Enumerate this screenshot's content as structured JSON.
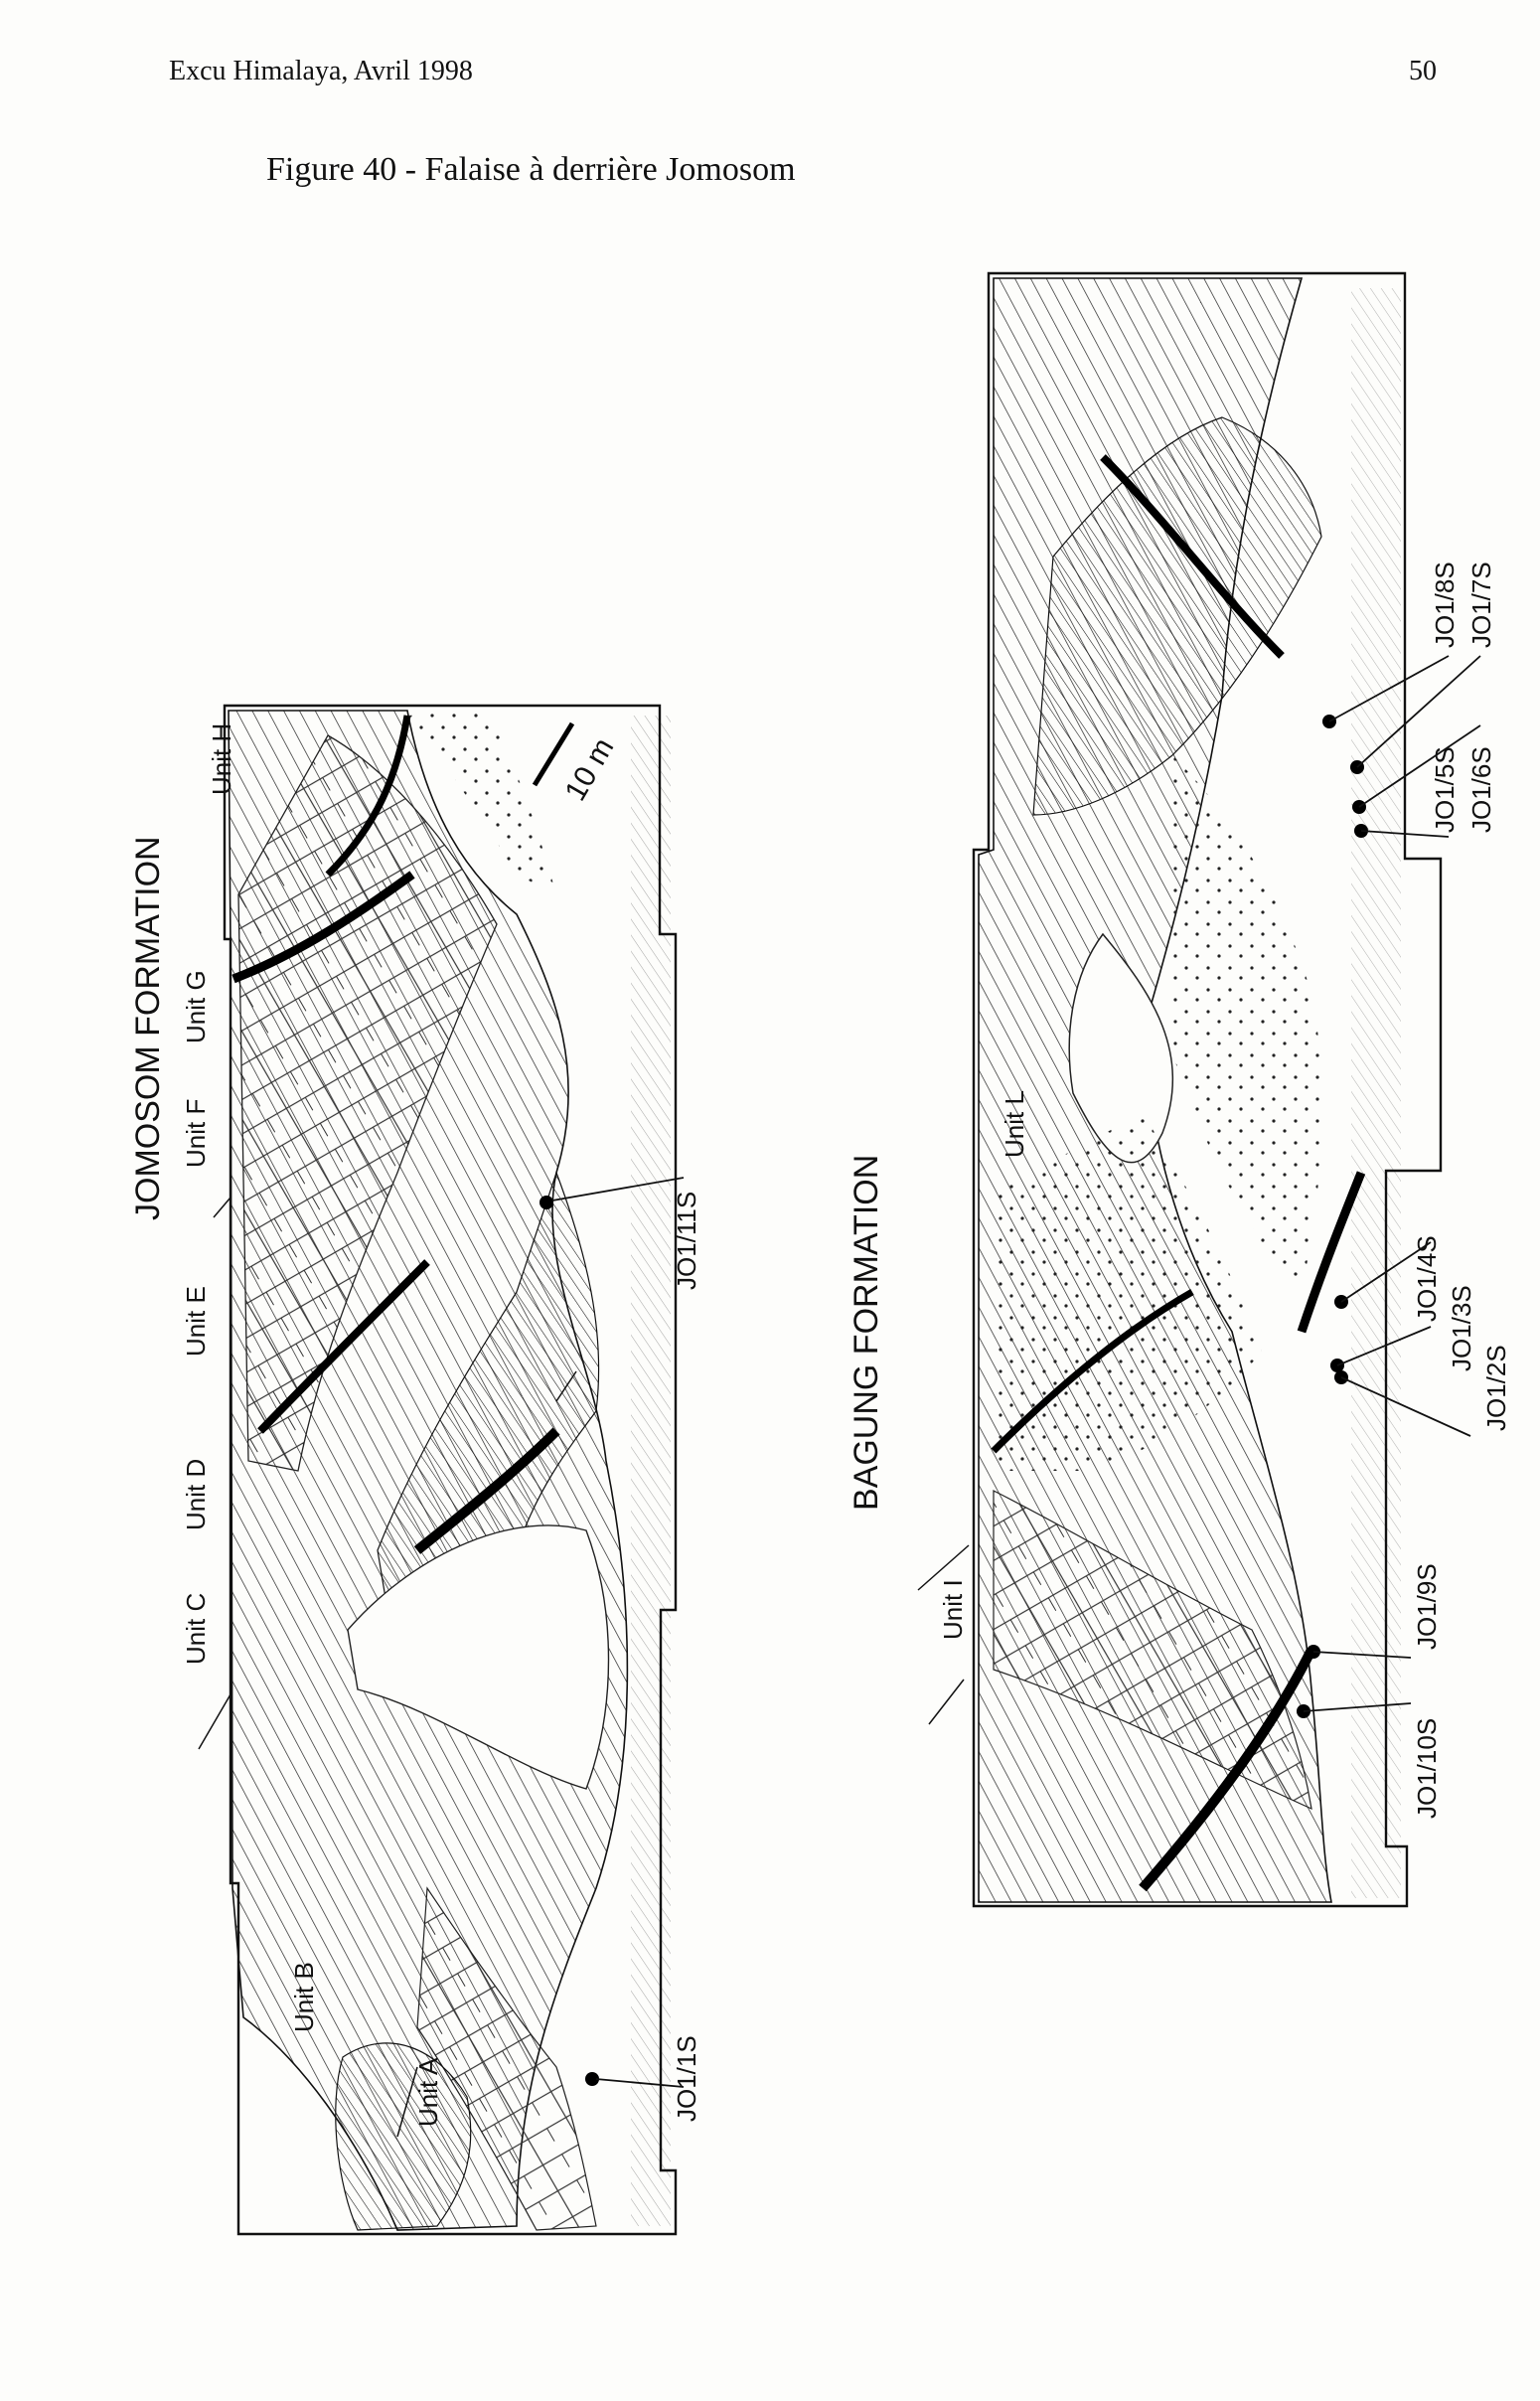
{
  "header": {
    "left": "Excu Himalaya, Avril 1998",
    "page_number": "50"
  },
  "figure": {
    "title": "Figure  40 - Falaise à derrière Jomosom",
    "formations": [
      "JOMOSOM FORMATION",
      "BAGUNG FORMATION"
    ],
    "units_panel1": [
      "Unit H",
      "Unit G",
      "Unit F",
      "Unit E",
      "Unit D",
      "Unit C",
      "Unit B",
      "Unit A"
    ],
    "units_panel2": [
      "Unit L",
      "Unit I"
    ],
    "scale_label": "10 m",
    "samples_panel1": [
      "JO1/11S",
      "JO1/1S"
    ],
    "samples_panel2": [
      "JO1/8S",
      "JO1/7S",
      "JO1/6S",
      "JO1/5S",
      "JO1/4S",
      "JO1/3S",
      "JO1/2S",
      "JO1/9S",
      "JO1/10S"
    ]
  }
}
